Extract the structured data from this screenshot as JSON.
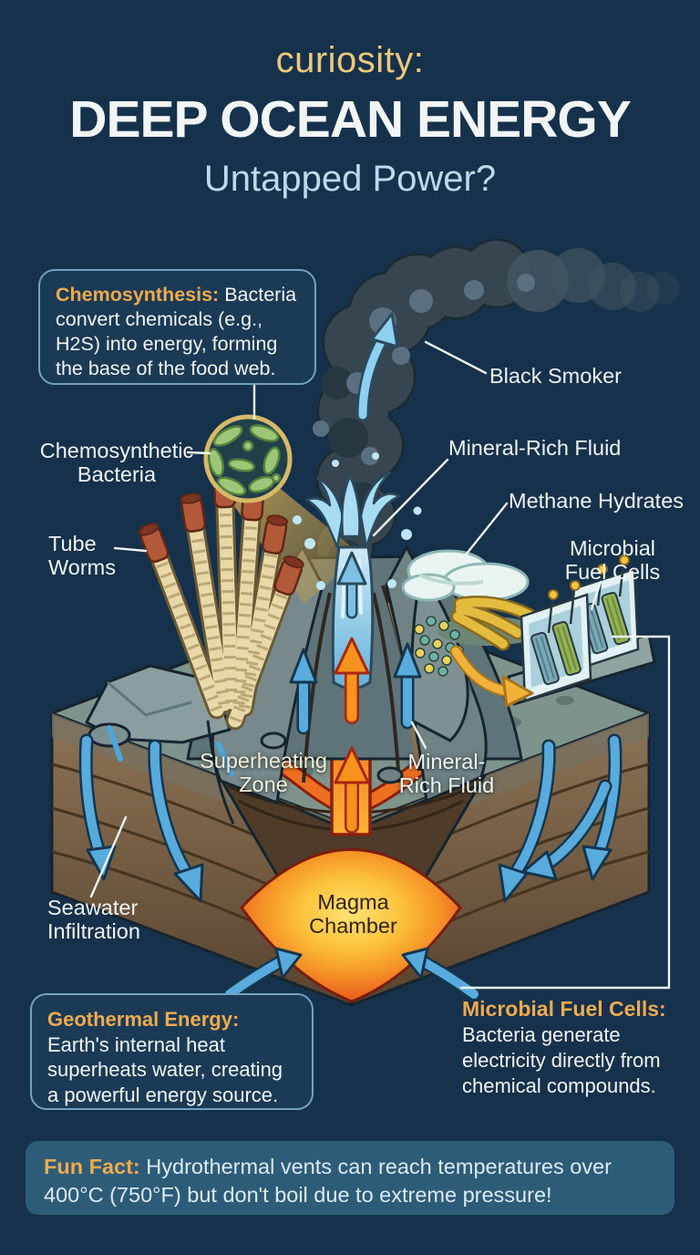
{
  "header": {
    "kicker": "curiosity:",
    "title": "DEEP OCEAN ENERGY",
    "subtitle": "Untapped Power?"
  },
  "callouts": {
    "chemosynthesis": {
      "title": "Chemosynthesis:",
      "body": " Bacteria convert chemicals (e.g., H2S) into energy, forming the base of the food web."
    },
    "geothermal": {
      "title": "Geothermal Energy:",
      "body": "Earth's internal heat superheats water, creating a powerful energy source."
    },
    "microbial_fuel_cells": {
      "title": "Microbial Fuel Cells:",
      "body": "Bacteria generate electricity directly from chemical compounds."
    },
    "fun_fact": {
      "title": "Fun Fact:",
      "body": " Hydrothermal vents can reach temperatures over 400°C (750°F) but don't boil due to extreme pressure!"
    }
  },
  "diagram_labels": {
    "black_smoker": "Black Smoker",
    "mineral_rich_fluid_top": "Mineral-Rich Fluid",
    "methane_hydrates": "Methane Hydrates",
    "microbial_fuel_cells": "Microbial Fuel Cells",
    "chemosynthetic_bacteria": "Chemosynthetic Bacteria",
    "tube_worms": "Tube Worms",
    "superheating_zone": "Superheating Zone",
    "mineral_rich_fluid_lower": "Mineral-Rich Fluid",
    "magma_chamber": "Magma Chamber",
    "seawater_infiltration": "Seawater Infiltration"
  },
  "colors": {
    "bg": "#16314b",
    "panel": "#1b3a55",
    "panel_border": "#71a3c2",
    "gold": "#eeab4e",
    "gold_light": "#ecc87c",
    "text_white": "#f2f5f6",
    "text_lightblue": "#bdd9ea",
    "funfact_bg": "#2d5c78",
    "funfact_text": "#dcebf4",
    "magma_core": "#ffe373",
    "magma_edge": "#e14c1c",
    "arrow_blue": "#58abdc",
    "arrow_orange": "#f6921e",
    "smoke_dark": "#36454f",
    "bacteria_green": "#9cc779"
  }
}
